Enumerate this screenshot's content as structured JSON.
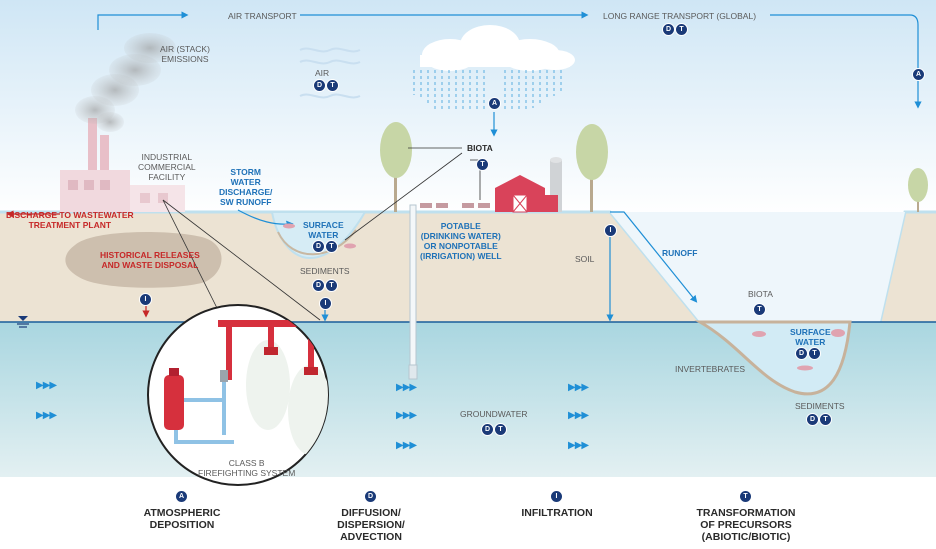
{
  "labels": {
    "air_transport": "AIR TRANSPORT",
    "long_range_transport": "LONG RANGE TRANSPORT (GLOBAL)",
    "air_stack_emissions": "AIR (STACK)\nEMISSIONS",
    "air": "AIR",
    "industrial_facility": "INDUSTRIAL\nCOMMERCIAL\nFACILITY",
    "storm_water": "STORM\nWATER\nDISCHARGE/\nSW RUNOFF",
    "biota_top": "BIOTA",
    "discharge_wastewater": "DISCHARGE TO WASTEWATER\nTREATMENT PLANT",
    "historical_releases": "HISTORICAL RELEASES\nAND WASTE DISPOSAL",
    "surface_water_left": "SURFACE\nWATER",
    "sediments_left": "SEDIMENTS",
    "potable_well": "POTABLE\n(DRINKING WATER)\nOR NONPOTABLE\n(IRRIGATION) WELL",
    "soil": "SOIL",
    "runoff": "RUNOFF",
    "biota_right": "BIOTA",
    "surface_water_right": "SURFACE\nWATER",
    "invertebrates": "INVERTEBRATES",
    "sediments_right": "SEDIMENTS",
    "groundwater": "GROUNDWATER",
    "class_b": "CLASS B\nFIREFIGHTING SYSTEM"
  },
  "badges": {
    "long_range": [
      "D",
      "T"
    ],
    "air": [
      "D",
      "T"
    ],
    "rain": [
      "A"
    ],
    "right_edge": [
      "A"
    ],
    "biota_top": [
      "T"
    ],
    "surface_water_left": [
      "D",
      "T"
    ],
    "sediments_left": [
      "D",
      "T"
    ],
    "infiltration_pond": [
      "I"
    ],
    "historical": [
      "I"
    ],
    "soil": [
      "I"
    ],
    "biota_right": [
      "T"
    ],
    "surface_water_right": [
      "D",
      "T"
    ],
    "sediments_right": [
      "D",
      "T"
    ],
    "groundwater": [
      "D",
      "T"
    ]
  },
  "legend": [
    {
      "letter": "A",
      "label": "ATMOSPHERIC\nDEPOSITION"
    },
    {
      "letter": "D",
      "label": "DIFFUSION/\nDISPERSION/\nADVECTION"
    },
    {
      "letter": "I",
      "label": "INFILTRATION"
    },
    {
      "letter": "T",
      "label": "TRANSFORMATION\nOF PRECURSORS\n(ABIOTIC/BIOTIC)"
    }
  ],
  "colors": {
    "sky_top": "#cfe6f5",
    "soil": "#ece3d3",
    "groundwater": "#b9dce4",
    "water": "#cfe9f4",
    "badge": "#1a3a78",
    "flow_blue": "#1f8fd6",
    "label_blue": "#1f72b8",
    "label_red": "#c62828",
    "facility_pink": "#f1d9de",
    "barn_red": "#d9435a"
  }
}
